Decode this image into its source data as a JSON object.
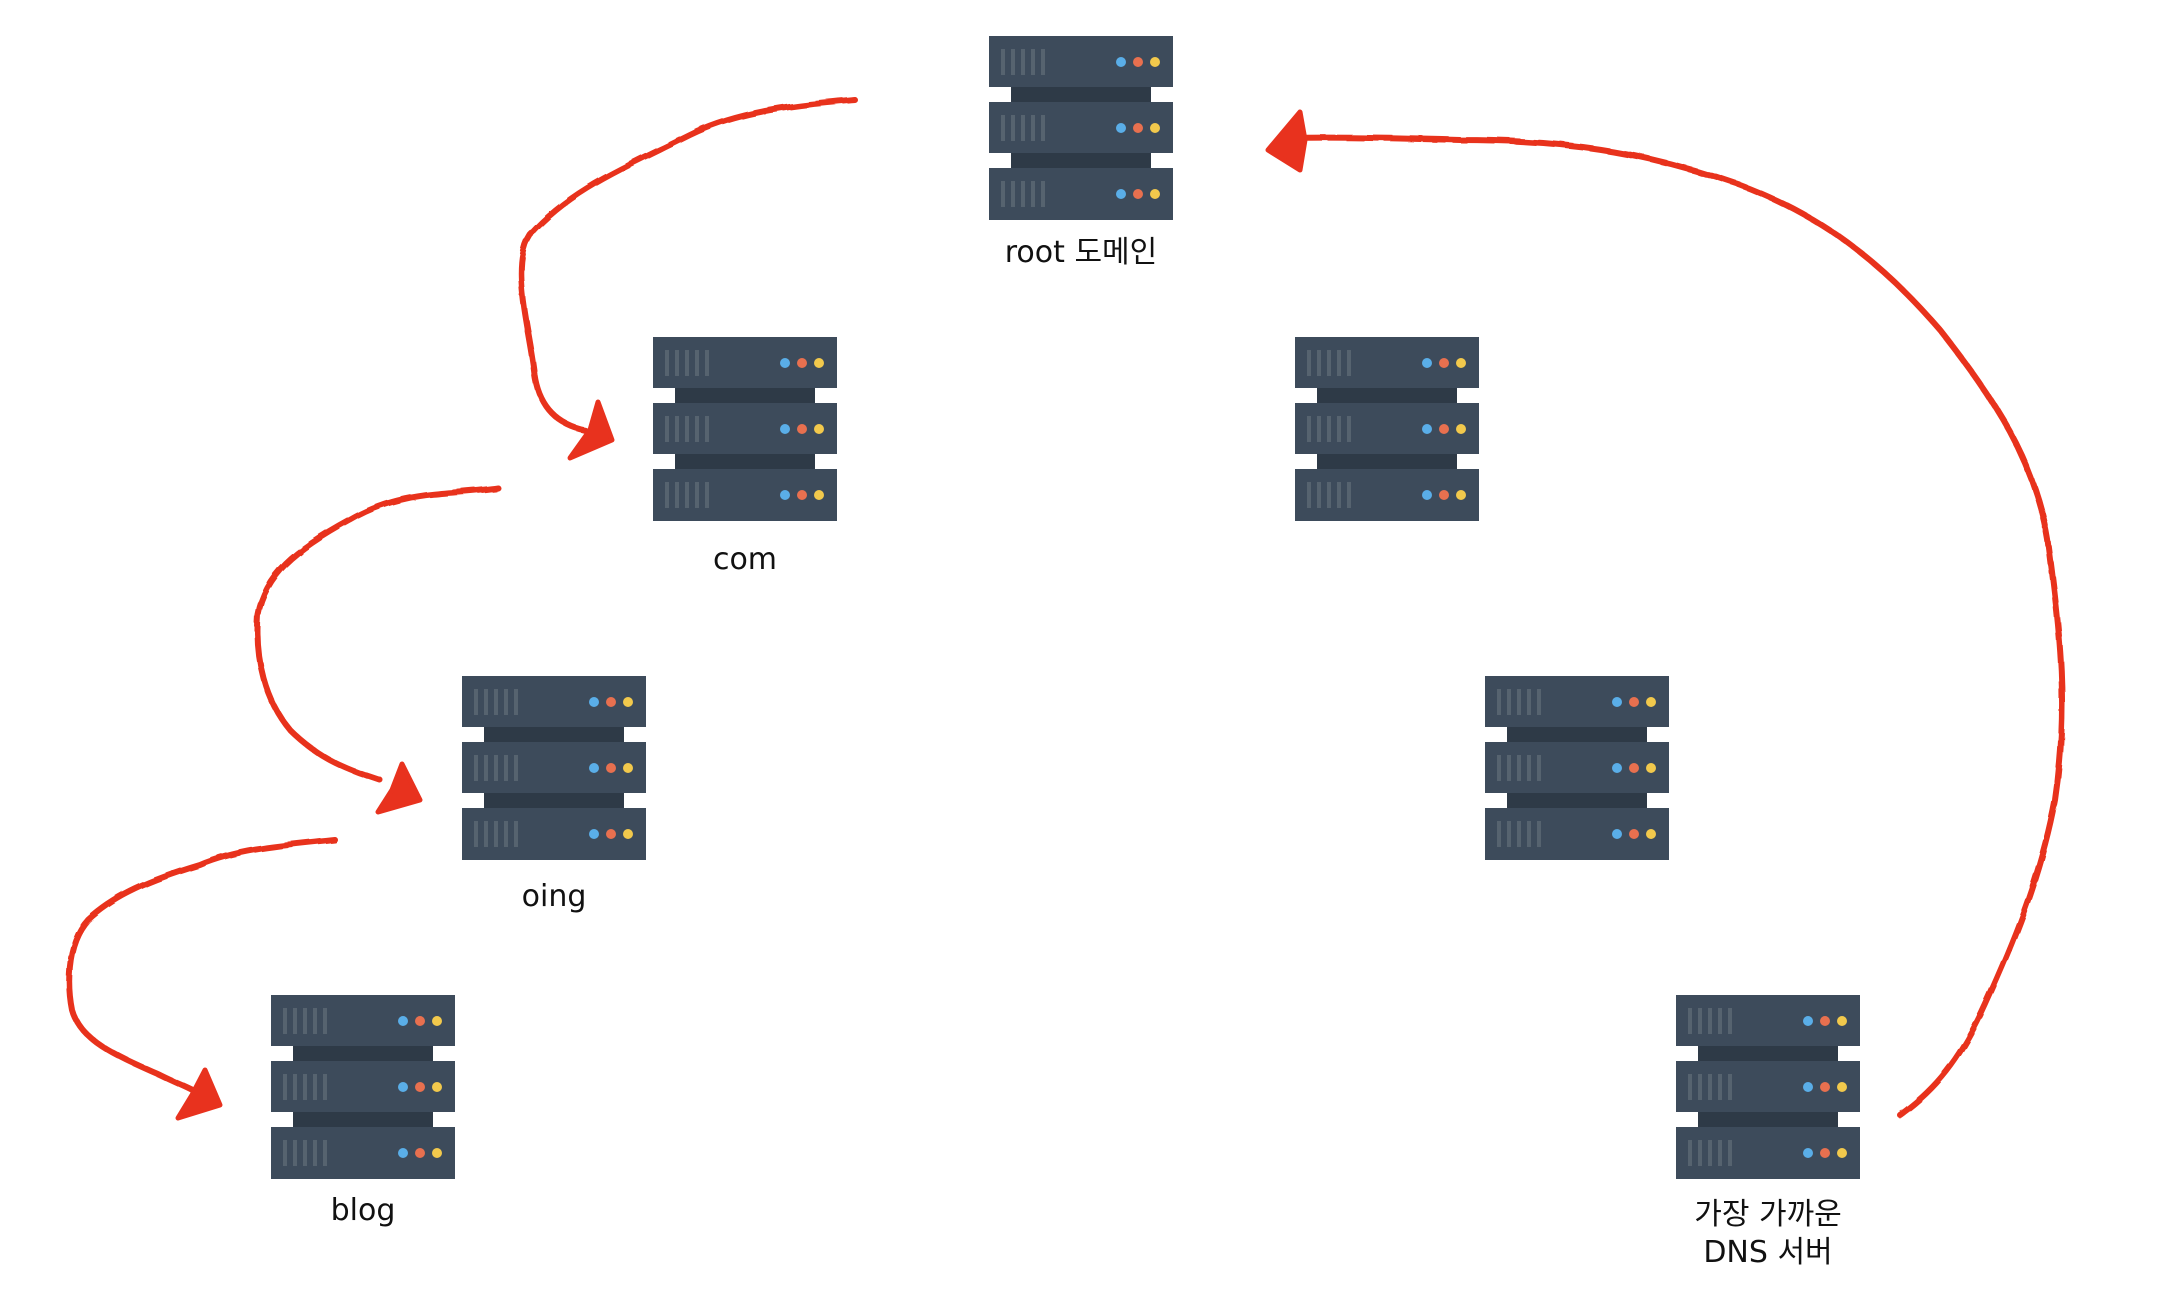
{
  "servers": {
    "root": {
      "label": "root 도메인"
    },
    "com": {
      "label": "com"
    },
    "oing": {
      "label": "oing"
    },
    "blog": {
      "label": "blog"
    },
    "right_upper": {
      "label": ""
    },
    "right_middle": {
      "label": ""
    },
    "nearest": {
      "label_line1": "가장 가까운",
      "label_line2": "DNS 서버"
    }
  },
  "colors": {
    "server_body": "#3d4b5b",
    "server_gap": "#2e3a47",
    "led_blue": "#5aaee8",
    "led_orange": "#e8704f",
    "led_yellow": "#f2c94c",
    "arrow": "#e8321e"
  },
  "icons": {
    "server": "server-rack-icon",
    "arrow": "hand-drawn-arrow"
  }
}
